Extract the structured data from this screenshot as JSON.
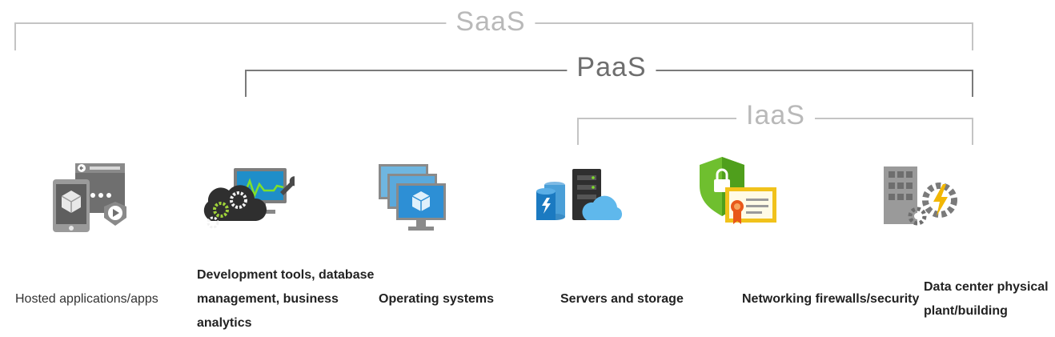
{
  "tiers": {
    "saas": {
      "label": "SaaS",
      "color": "#b9b9b9"
    },
    "paas": {
      "label": "PaaS",
      "color": "#6e6e6e"
    },
    "iaas": {
      "label": "IaaS",
      "color": "#b9b9b9"
    }
  },
  "layers": [
    {
      "id": "apps",
      "caption": "Hosted applications/apps",
      "icon": "mobile-app-icon"
    },
    {
      "id": "dev",
      "caption": "Development tools, database management, business analytics",
      "icon": "dev-tools-icon"
    },
    {
      "id": "os",
      "caption": "Operating systems",
      "icon": "operating-systems-icon"
    },
    {
      "id": "servers",
      "caption": "Servers and storage",
      "icon": "servers-storage-icon"
    },
    {
      "id": "net",
      "caption": "Networking firewalls/security",
      "icon": "firewall-security-icon"
    },
    {
      "id": "dc",
      "caption": "Data center physical plant/building",
      "icon": "datacenter-building-icon"
    }
  ]
}
